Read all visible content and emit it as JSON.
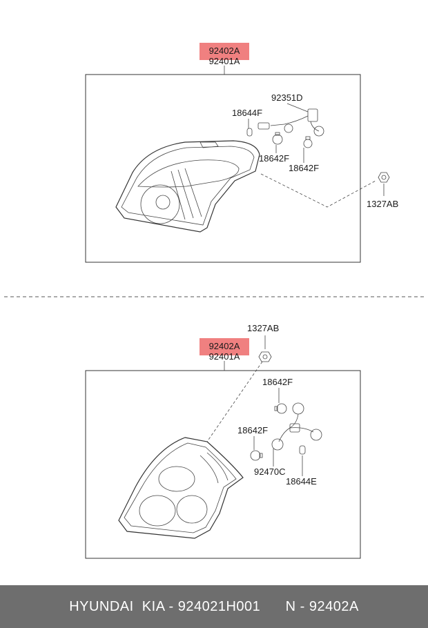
{
  "colors": {
    "highlight": "#f08080",
    "footer_bg": "#6e6e6e",
    "footer_text": "#ffffff"
  },
  "top_diagram": {
    "highlighted_part": "92402A",
    "assembly_part": "92401A",
    "labels": {
      "socket": "92351D",
      "bulb_small": "18644F",
      "bulb_1": "18642F",
      "bulb_2": "18642F",
      "nut": "1327AB"
    }
  },
  "bottom_diagram": {
    "nut": "1327AB",
    "highlighted_part": "92402A",
    "assembly_part": "92401A",
    "labels": {
      "bulb_top": "18642F",
      "bulb_left": "18642F",
      "socket": "92470C",
      "bulb_small": "18644E"
    }
  },
  "footer": {
    "brand": "HYUNDAI  KIA - 924021H001",
    "ref": "N - 92402A"
  }
}
